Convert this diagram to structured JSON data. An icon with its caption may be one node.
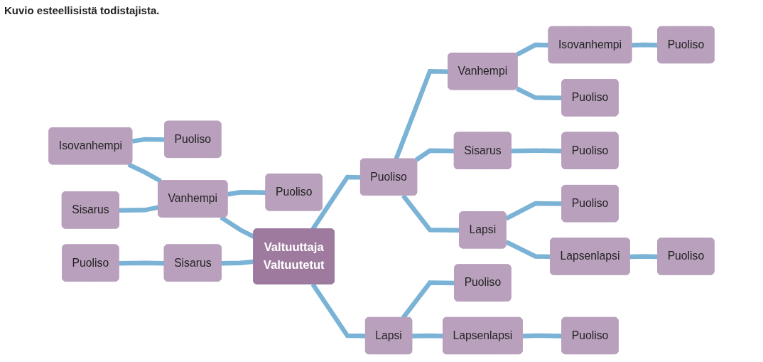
{
  "diagram": {
    "title": "Kuvio esteellisistä todistajista.",
    "nodes": [
      {
        "text": [
          "Isovanhempi"
        ]
      },
      {
        "text": [
          "Puoliso"
        ]
      },
      {
        "text": [
          "Isovanhempi"
        ]
      },
      {
        "text": [
          "Puoliso"
        ]
      },
      {
        "text": [
          "Sisarus"
        ]
      },
      {
        "text": [
          "Vanhempi"
        ]
      },
      {
        "text": [
          "Puoliso"
        ]
      },
      {
        "text": [
          "Vanhempi"
        ]
      },
      {
        "text": [
          "Puoliso"
        ]
      },
      {
        "text": [
          "Puoliso"
        ]
      },
      {
        "text": [
          "Sisarus"
        ]
      },
      {
        "text": [
          "Valtuuttaja",
          "Valtuutetut"
        ]
      },
      {
        "text": [
          "Puoliso"
        ]
      },
      {
        "text": [
          "Sisarus"
        ]
      },
      {
        "text": [
          "Puoliso"
        ]
      },
      {
        "text": [
          "Lapsi"
        ]
      },
      {
        "text": [
          "Puoliso"
        ]
      },
      {
        "text": [
          "Lapsi"
        ]
      },
      {
        "text": [
          "Puoliso"
        ]
      },
      {
        "text": [
          "Lapsenlapsi"
        ]
      },
      {
        "text": [
          "Puoliso"
        ]
      },
      {
        "text": [
          "Lapsenlapsi"
        ]
      },
      {
        "text": [
          "Puoliso"
        ]
      }
    ],
    "edges": [
      {
        "from": 0,
        "to": 1,
        "arrow": "none"
      },
      {
        "from": 0,
        "to": 5,
        "arrow": "none"
      },
      {
        "from": 2,
        "to": 3,
        "arrow": "none"
      },
      {
        "from": 7,
        "to": 2,
        "arrow": "none"
      },
      {
        "from": 4,
        "to": 5,
        "arrow": "none"
      },
      {
        "from": 5,
        "to": 6,
        "arrow": "none"
      },
      {
        "from": 5,
        "to": 11,
        "arrow": "none"
      },
      {
        "from": 7,
        "to": 8,
        "arrow": "none"
      },
      {
        "from": 12,
        "to": 7,
        "arrow": "none"
      },
      {
        "from": 9,
        "to": 10,
        "arrow": "none"
      },
      {
        "from": 10,
        "to": 11,
        "arrow": "none"
      },
      {
        "from": 11,
        "to": 12,
        "arrow": "none"
      },
      {
        "from": 12,
        "to": 13,
        "arrow": "none"
      },
      {
        "from": 13,
        "to": 14,
        "arrow": "none"
      },
      {
        "from": 11,
        "to": 15,
        "arrow": "none"
      },
      {
        "from": 15,
        "to": 16,
        "arrow": "none"
      },
      {
        "from": 12,
        "to": 17,
        "arrow": "none"
      },
      {
        "from": 17,
        "to": 18,
        "arrow": "none"
      },
      {
        "from": 15,
        "to": 19,
        "arrow": "none"
      },
      {
        "from": 19,
        "to": 20,
        "arrow": "none"
      },
      {
        "from": 17,
        "to": 21,
        "arrow": "none"
      },
      {
        "from": 21,
        "to": 22,
        "arrow": "none"
      }
    ]
  }
}
